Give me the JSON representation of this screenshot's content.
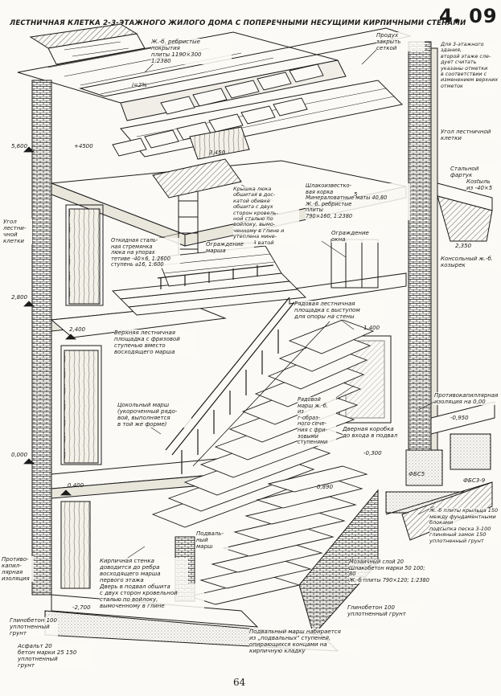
{
  "page": {
    "sheet_number": "4. 09",
    "page_number": "64"
  },
  "title": "Лестничная клетка 2-3-этажного жилого дома с поперечными несущими кирпичными стенами",
  "labels": {
    "roof_slabs": "Ж.-б. ребристые\nпокрытия\nплиты 1190×300\n1:2380",
    "vent_grate": "Продух\nзакрыть\nсеткой",
    "three_storey_note": "Для 3-этажного\nздания,\nвторой этаже сле-\nдует считать\nуказаны отметки\nв соответствии с\nизменением верхних\nотметок",
    "stair_corner_top": "Угол лестничной\nклетки",
    "steel_apron": "Стальной\nфартук",
    "bracket": "Кostыль\nиз -40×5",
    "hatch_lid": "Крышка люка\nобшитая в дос-\nкатой обивке\nобшита с двух\nсторон кровель-\nной сталью по\nвойлоку, вымо-\nченному в глине и\nутеплена мине-\nральной ватой",
    "slag_insulation": "Шлакоизвестко-\nвая корка\nМинераловатные маты 40,80\nЖ.-б. ребристые\nплиты\n790×160, 1:2380",
    "window_guard": "Ограждение\nокна",
    "consol_canopy": "Консольный ж.-б.\nкозырек",
    "stair_corner_left": "Угол\nлестни-\nчной\nклетки",
    "steel_ladder": "Откидная сталь-\nная стремянка\nлюка на упорах\nтетиве -40×6, 1:2600\nступень ⌀16, 1:600",
    "railing_left": "Ограждение\nмарша",
    "landing_ribbed": "Рядовая лестничная\nплощадка с выступом\nдля опоры на стены",
    "upper_landing": "Верхняя лестничная\nплощадка с фризовой\nступенью вместо\nвосходящего марша",
    "basement_march": "Цокольный марш\n(укороченный рядо-\nвой, выполняется\nв той же форме)",
    "row_march": "Рядовой\nмарш ж.-б.\nиз\nг-образ-\nного сече-\nния с фри-\nзовыми\nступенями",
    "door_box": "Дверная коробка\nдо входа в подвал",
    "damp_insulation_right": "Противокапиллярная\nизоляция на 0,00",
    "fbs5": "ФБС5",
    "fbs9": "ФБС3-9",
    "basement_steps": "Подваль-\nный\nмарш",
    "damp_insulation_left": "Противо-\nкапил-\nлярная\nизоляция",
    "brick_wall": "Кирпичная стенка\nдоводится до ребра\nвосходящего марша\nпервого этажа",
    "basement_door": "Дверь в подвал обшита\nс двух сторон кровельной\nсталью по войлоку,\nвымоченному в глине",
    "concrete_floor_left": "Глинобетон 100\nуплотненный\nгрунт",
    "asphalt": "Асфальт 20\nбетон марки 25 150\nуплотненный\nгрунт",
    "foundation_plate": "Ж.-б плиты крыльца 150\nмежду фундаментными блоками\nподсыпка песка 3-100\nглиняный замок 150\nуплотненный грунт",
    "mosaic_floor": "Мозаичный слой 20\nШлакобетон марки 50 100; 80\nЖ.-б плиты 790×120; 1:2380",
    "clay_concrete_right": "Глинобетон 100\nуплотненный грунт",
    "basement_march_note": "Подвальный марш набирается\nиз „подвальных\" ступеней,\nопирающихся концами на\nкирпичную кладку",
    "slope": "i=2%"
  },
  "dimensions": {
    "d5600": "5,600",
    "d2800": "2,800",
    "d2400": "2,400",
    "d1400": "1,400",
    "d0000": "0,000",
    "d0400": "0,400",
    "d0950": "-0,950",
    "d0300": "-0,300",
    "d2700": "-2,700",
    "d2350": "2,350",
    "d4500": "+4500",
    "d3450": "3,450",
    "d5": "5",
    "d0890": "0,890"
  }
}
